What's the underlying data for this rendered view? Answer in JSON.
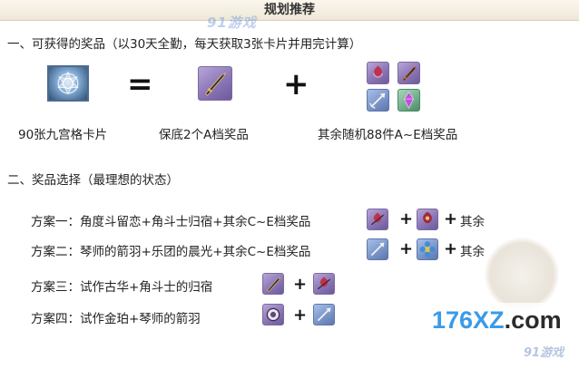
{
  "header": {
    "title": "规划推荐",
    "watermark": "91游戏"
  },
  "section1": {
    "heading": "一、可获得的奖品（以30天全勤，每天获取3张卡片并用完计算）",
    "operators": {
      "equals": "=",
      "plus": "+"
    },
    "labels": {
      "cards": "90张九宫格卡片",
      "guaranteed": "保底2个A档奖品",
      "random": "其余随机88件A~E档奖品"
    },
    "icons": {
      "card": "nine-grid-card-icon",
      "guaranteed": "sword-icon",
      "random": [
        "red-flower-icon",
        "blade-icon",
        "arrow-icon",
        "purple-crystal-icon"
      ]
    }
  },
  "section2": {
    "heading": "二、奖品选择（最理想的状态）",
    "plans": [
      {
        "label": "方案一：角度斗留恋+角斗士归宿+其余C~E档奖品",
        "tail": "其余"
      },
      {
        "label": "方案二：琴师的箭羽+乐团的晨光+其余C~E档奖品",
        "tail": "其余"
      },
      {
        "label": "方案三：试作古华+角斗士的归宿"
      },
      {
        "label": "方案四：试作金珀+琴师的箭羽"
      }
    ]
  },
  "watermark_bottom": {
    "domain_num": "176XZ",
    "domain_tld": ".com",
    "sub": "91游戏"
  }
}
